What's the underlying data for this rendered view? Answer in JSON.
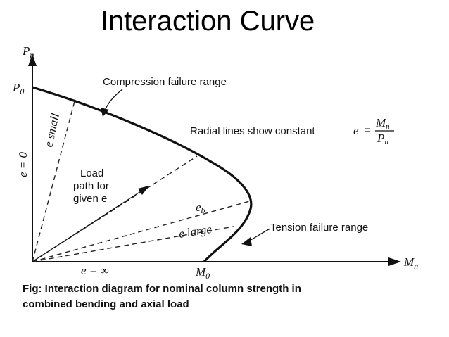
{
  "title": "Interaction Curve",
  "diagram": {
    "y_axis_label": "P",
    "y_axis_sub": "n",
    "x_axis_label": "M",
    "x_axis_sub": "n",
    "p0_label": "P",
    "p0_sub": "0",
    "m0_label": "M",
    "m0_sub": "0",
    "compression_label": "Compression failure range",
    "tension_label": "Tension failure range",
    "radial_text": "Radial lines show constant",
    "radial_e": "e",
    "radial_eq": "=",
    "radial_num": "M",
    "radial_num_sub": "n",
    "radial_den": "P",
    "radial_den_sub": "n",
    "e_zero": "e = 0",
    "e_small": "e small",
    "load_path": [
      "Load",
      "path for",
      "given e"
    ],
    "e_b": "e",
    "e_b_sub": "b",
    "e_large": "e large",
    "e_infinity": "e = ∞"
  },
  "caption": {
    "line1": "Fig: Interaction diagram for nominal column strength in",
    "line2": "combined bending and axial load"
  }
}
